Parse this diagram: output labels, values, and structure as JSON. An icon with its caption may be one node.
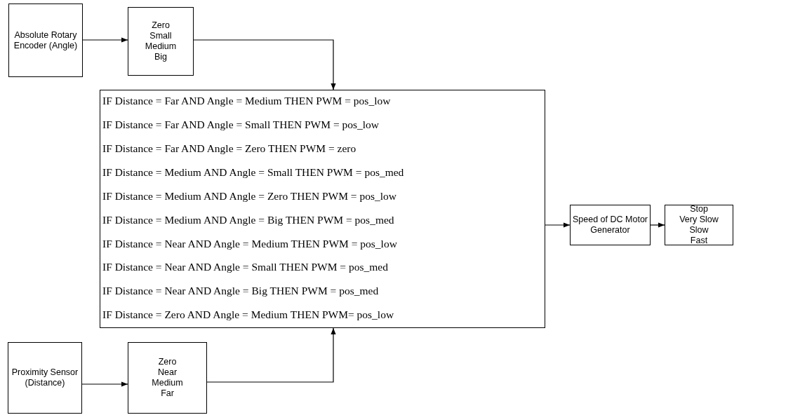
{
  "diagram": {
    "nodes": [
      {
        "text": [
          "Absolute Rotary Encoder (Angle)"
        ]
      },
      {
        "text": [
          "Zero",
          "Small",
          "Medium",
          "Big"
        ]
      },
      {
        "text": [
          "IF Distance = Far AND Angle = Medium THEN PWM = pos_low",
          "IF Distance = Far AND Angle = Small THEN PWM = pos_low",
          "IF Distance = Far AND Angle = Zero THEN PWM = zero",
          "IF Distance = Medium AND Angle = Small THEN PWM = pos_med",
          "IF Distance = Medium AND Angle = Zero THEN PWM = pos_low",
          "IF Distance = Medium AND Angle = Big THEN PWM = pos_med",
          "IF Distance = Near AND Angle = Medium THEN PWM = pos_low",
          "IF Distance = Near AND Angle = Small THEN PWM = pos_med",
          "IF Distance = Near AND Angle = Big THEN PWM = pos_med",
          "IF Distance = Zero AND Angle = Medium THEN PWM= pos_low"
        ]
      },
      {
        "text": [
          "Proximity Sensor (Distance)"
        ]
      },
      {
        "text": [
          "Zero",
          "Near",
          "Medium",
          "Far"
        ]
      },
      {
        "text": [
          "Speed of DC Motor Generator"
        ]
      },
      {
        "text": [
          "Stop",
          "Very Slow",
          "Slow",
          "Fast"
        ]
      }
    ],
    "edges": [
      {
        "from": 0,
        "to": 1,
        "arrow": "to"
      },
      {
        "from": 1,
        "to": 2,
        "arrow": "to"
      },
      {
        "from": 3,
        "to": 4,
        "arrow": "to"
      },
      {
        "from": 4,
        "to": 2,
        "arrow": "to"
      },
      {
        "from": 2,
        "to": 5,
        "arrow": "to"
      },
      {
        "from": 5,
        "to": 6,
        "arrow": "to"
      }
    ]
  }
}
